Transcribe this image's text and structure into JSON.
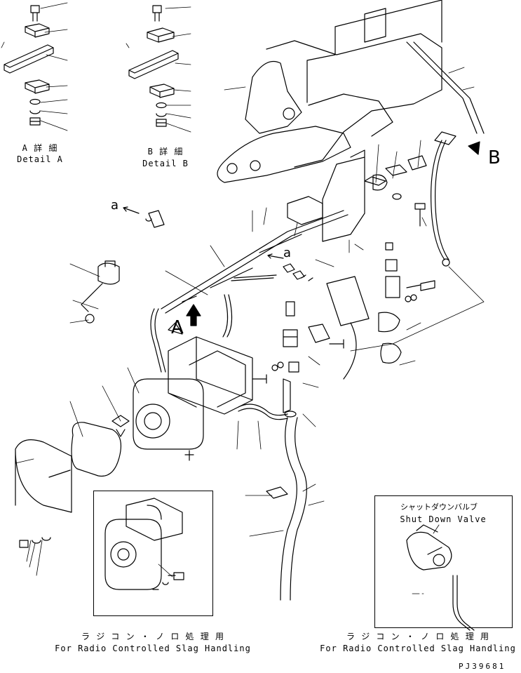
{
  "detail_a": {
    "jp": "A 詳 細",
    "en": "Detail A"
  },
  "detail_b": {
    "jp": "B 詳 細",
    "en": "Detail B"
  },
  "view_markers": {
    "a_upper": "a",
    "a_lower": "a",
    "arrow_a": "A",
    "arrow_b": "B"
  },
  "inset_left_caption": {
    "jp": "ラ ジ コ ン ・ ノ ロ 処 理 用",
    "en": "For Radio Controlled Slag Handling"
  },
  "inset_right_caption": {
    "jp": "ラ ジ コ ン ・ ノ ロ 処 理 用",
    "en": "For Radio Controlled Slag Handling"
  },
  "shutdown_valve": {
    "jp": "シャットダウンバルブ",
    "en": "Shut Down Valve"
  },
  "drawing_code": "PJ39681",
  "line_color": "#000000",
  "background": "#ffffff"
}
